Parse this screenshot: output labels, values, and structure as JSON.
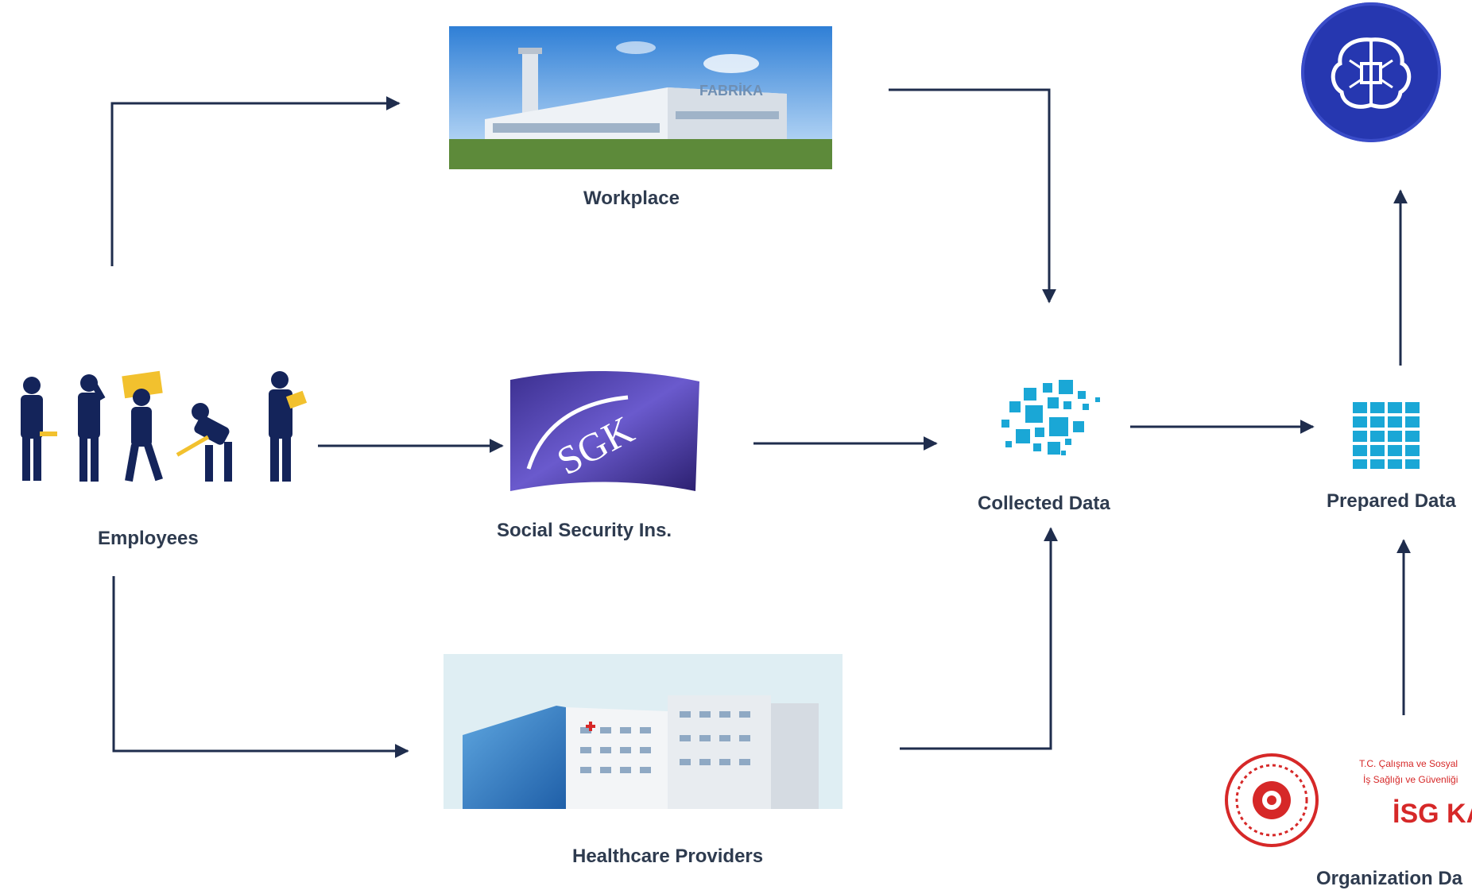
{
  "nodes": {
    "workplace": {
      "label": "Workplace",
      "sign_text": "FABRİKA"
    },
    "employees": {
      "label": "Employees"
    },
    "social_security": {
      "label": "Social Security Ins.",
      "logo_text": "SGK"
    },
    "healthcare": {
      "label": "Healthcare Providers"
    },
    "collected_data": {
      "label": "Collected Data"
    },
    "prepared_data": {
      "label": "Prepared Data"
    },
    "organization_data": {
      "label": "Organization Da",
      "logo_line1": "T.C. Çalışma ve Sosyal",
      "logo_line2": "İş Sağlığı ve Güvenliği",
      "logo_title": "İSG KA"
    },
    "ai_model": {
      "icon": "ai-brain-icon"
    }
  },
  "edges": [
    {
      "from": "employees",
      "to": "workplace"
    },
    {
      "from": "employees",
      "to": "social_security"
    },
    {
      "from": "employees",
      "to": "healthcare"
    },
    {
      "from": "workplace",
      "to": "collected_data"
    },
    {
      "from": "social_security",
      "to": "collected_data"
    },
    {
      "from": "healthcare",
      "to": "collected_data"
    },
    {
      "from": "collected_data",
      "to": "prepared_data"
    },
    {
      "from": "organization_data",
      "to": "prepared_data"
    },
    {
      "from": "prepared_data",
      "to": "ai_model"
    }
  ],
  "colors": {
    "arrow": "#1f2d4d",
    "label": "#2e3b4f",
    "worker": "#14245a",
    "data_icon": "#1aa7d6",
    "brain_circle": "#2637b0",
    "logo_red": "#d62828"
  }
}
